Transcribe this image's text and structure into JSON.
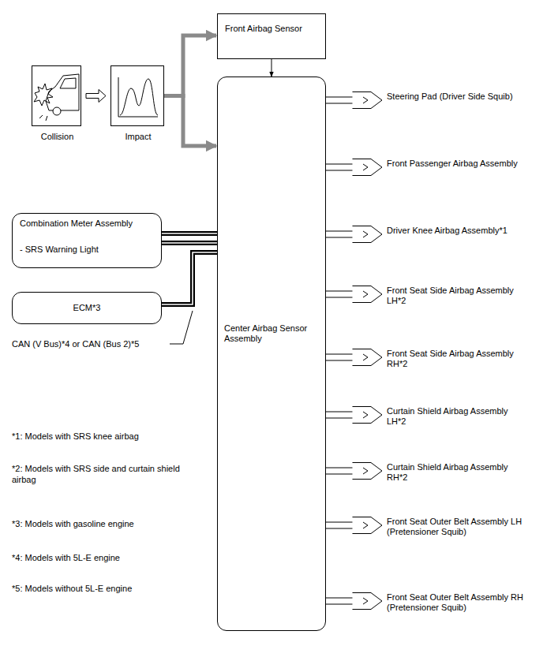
{
  "diagram": {
    "nodes": [
      {
        "text": [
          "Front Airbag Sensor"
        ]
      },
      {
        "text": [
          "Collision"
        ]
      },
      {
        "text": [
          "Impact"
        ]
      },
      {
        "text": [
          "Center Airbag Sensor Assembly"
        ]
      },
      {
        "text": [
          "Combination Meter Assembly",
          "- SRS Warning Light"
        ]
      },
      {
        "text": [
          "ECM*3"
        ]
      },
      {
        "text": [
          "Steering Pad (Driver Side Squib)"
        ]
      },
      {
        "text": [
          "Front Passenger Airbag Assembly"
        ]
      },
      {
        "text": [
          "Driver Knee Airbag Assembly*1"
        ]
      },
      {
        "text": [
          "Front Seat Side Airbag Assembly LH*2"
        ]
      },
      {
        "text": [
          "Front Seat Side Airbag Assembly RH*2"
        ]
      },
      {
        "text": [
          "Curtain Shield Airbag Assembly LH*2"
        ]
      },
      {
        "text": [
          "Curtain Shield Airbag Assembly RH*2"
        ]
      },
      {
        "text": [
          "Front Seat Outer Belt Assembly LH (Pretensioner Squib)"
        ]
      },
      {
        "text": [
          "Front Seat Outer Belt Assembly RH (Pretensioner Squib)"
        ]
      }
    ],
    "edges": [
      {
        "from": 1,
        "to": 2,
        "arrow": "to"
      },
      {
        "from": 2,
        "to": 0,
        "arrow": "to"
      },
      {
        "from": 2,
        "to": 3,
        "arrow": "to"
      },
      {
        "from": 0,
        "to": 3,
        "arrow": "to"
      },
      {
        "from": 4,
        "to": 3,
        "arrow": "none"
      },
      {
        "from": 5,
        "to": 3,
        "arrow": "none"
      },
      {
        "from": 3,
        "to": 6,
        "arrow": "none"
      },
      {
        "from": 3,
        "to": 7,
        "arrow": "none"
      },
      {
        "from": 3,
        "to": 8,
        "arrow": "none"
      },
      {
        "from": 3,
        "to": 9,
        "arrow": "none"
      },
      {
        "from": 3,
        "to": 10,
        "arrow": "none"
      },
      {
        "from": 3,
        "to": 11,
        "arrow": "none"
      },
      {
        "from": 3,
        "to": 12,
        "arrow": "none"
      },
      {
        "from": 3,
        "to": 13,
        "arrow": "none"
      },
      {
        "from": 3,
        "to": 14,
        "arrow": "none"
      }
    ],
    "labels": [
      "CAN (V Bus)*4 or CAN (Bus 2)*5",
      "*1: Models with SRS knee airbag",
      "*2: Models with SRS side and curtain shield airbag",
      "*3: Models with gasoline engine",
      "*4: Models with 5L-E engine",
      "*5: Models without 5L-E engine"
    ]
  }
}
